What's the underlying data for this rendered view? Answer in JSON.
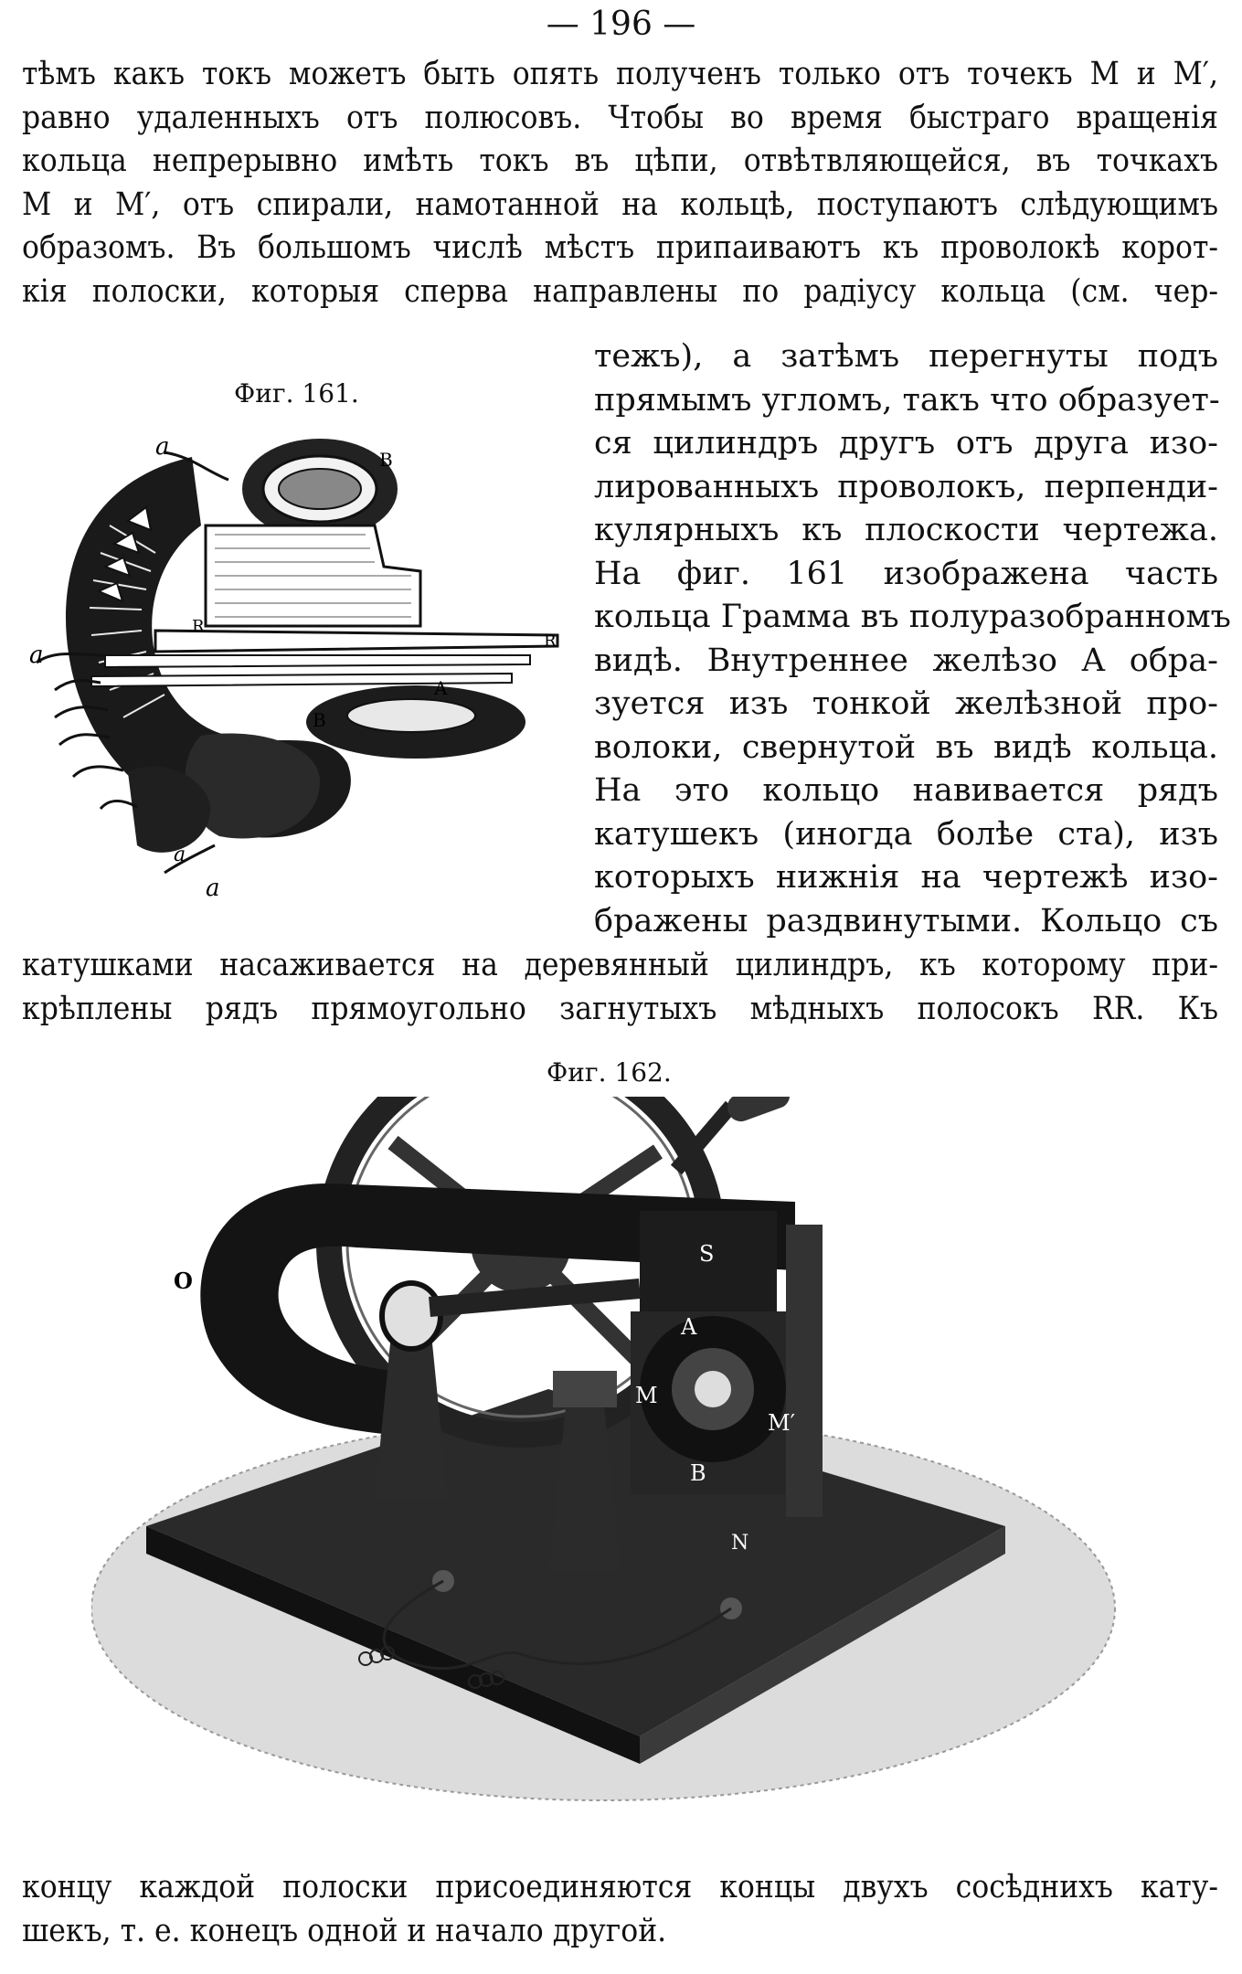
{
  "page_number": "— 196 —",
  "top_lines": [
    "тѣмъ какъ токъ можетъ быть опять полученъ только отъ точекъ M и M′,",
    "равно удаленныхъ отъ полюсовъ. Чтобы во время быстраго вращенія",
    "кольца непрерывно имѣть токъ въ цѣпи, отвѣтвляющейся, въ точкахъ",
    "M и M′, отъ спирали, намотанной на кольцѣ, поступаютъ слѣдующимъ",
    "образомъ. Въ большомъ числѣ мѣстъ припаиваютъ къ проволокѣ корот-",
    "кія полоски, которыя сперва направлены по радіусу кольца (см. чер-"
  ],
  "wrap_lines": [
    "тежъ), а затѣмъ перегнуты подъ",
    "прямымъ угломъ, такъ что образует-",
    "ся цилиндръ другъ отъ друга изо-",
    "лированныхъ проволокъ, перпенди-",
    "кулярныхъ къ плоскости чертежа.",
    "На фиг. 161 изображена часть",
    "кольца Грамма въ полуразобранномъ",
    "видѣ. Внутреннее желѣзо A обра-",
    "зуется изъ тонкой желѣзной про-",
    "волоки, свернутой въ видѣ кольца.",
    "На это кольцо навивается рядъ",
    "катушекъ (иногда болѣе ста), изъ",
    "которыхъ нижнія на чертежѣ изо-",
    "бражены раздвинутыми. Кольцо съ"
  ],
  "mid_lines": [
    "катушками насаживается на деревянный цилиндръ, къ которому при-",
    "крѣплены рядъ прямоугольно загнутыхъ мѣдныхъ полосокъ RR. Къ"
  ],
  "bottom_lines": [
    "концу каждой полоски присоединяются концы двухъ сосѣднихъ кату-",
    "шекъ, т. е. конецъ одной и начало другой."
  ],
  "fig161": {
    "caption": "Фиг. 161.",
    "labels": {
      "a1": "a",
      "B1": "B",
      "R1": "R",
      "R2": "R",
      "a2": "a",
      "A": "A",
      "B2": "B",
      "a3": "a",
      "a4": "a"
    }
  },
  "fig162": {
    "caption": "Фиг. 162.",
    "labels": {
      "O": "O",
      "S": "S",
      "A": "A",
      "M1": "M",
      "M2": "M′",
      "B": "B",
      "N": "N"
    }
  }
}
